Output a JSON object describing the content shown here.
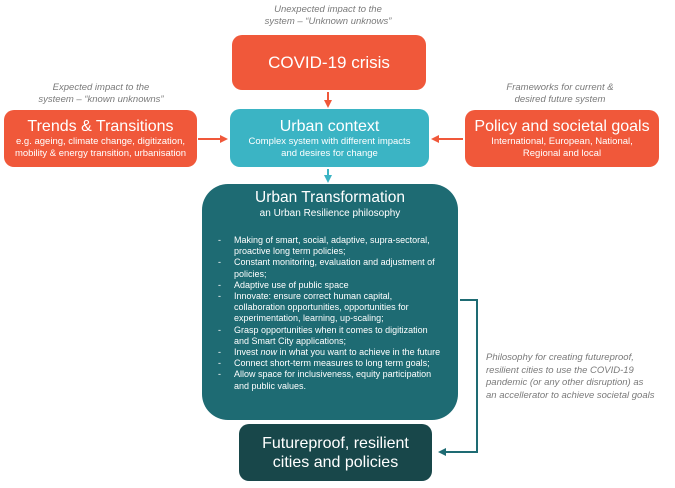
{
  "notes": {
    "top_line1": "Unexpected impact to the",
    "top_line2": "system – “Unknown unknows”",
    "left_line1": "Expected impact to the",
    "left_line2": "systeem – “known unknowns”",
    "right_line1": "Frameworks for current &",
    "right_line2": "desired future system",
    "bottom_right_lines": [
      "Philosophy for creating futureproof,",
      "resilient cities to use the COVID-19",
      "pandemic (or any other disruption) as",
      "an accellerator to achieve societal goals"
    ]
  },
  "covid": {
    "title": "COVID-19 crisis"
  },
  "urban_context": {
    "title": "Urban context",
    "sub_line1": "Complex system with different impacts",
    "sub_line2": "and desires for change"
  },
  "trends": {
    "title": "Trends & Transitions",
    "sub_line1": "e.g. ageing, climate change, digitization,",
    "sub_line2": "mobility & energy transition, urbanisation"
  },
  "policy": {
    "title": "Policy and societal goals",
    "sub_line1": "International, European, National,",
    "sub_line2": "Regional and local"
  },
  "transformation": {
    "title": "Urban Transformation",
    "subtitle": "an Urban Resilience philosophy",
    "bullets": [
      "Making of smart, social, adaptive, supra-sectoral, proactive long term policies;",
      "Constant monitoring, evaluation and adjustment of policies;",
      "Adaptive use of public space",
      "Innovate: ensure correct human capital, collaboration opportunities, opportunities for experimentation, learning, up-scaling;",
      "Grasp opportunities when it comes to digitization and Smart City applications;",
      "Invest now in what you want to achieve in the future",
      "Connect short-term measures to long term goals;",
      "Allow space for inclusiveness, equity participation and public values."
    ]
  },
  "futureproof": {
    "title_line1": "Futureproof, resilient",
    "title_line2": "cities and policies"
  },
  "colors": {
    "orange": "#f0583a",
    "teal": "#3bb4c4",
    "dark_teal": "#1e6b73",
    "very_dark_teal": "#18474a",
    "note_gray": "#7a7a7a"
  }
}
